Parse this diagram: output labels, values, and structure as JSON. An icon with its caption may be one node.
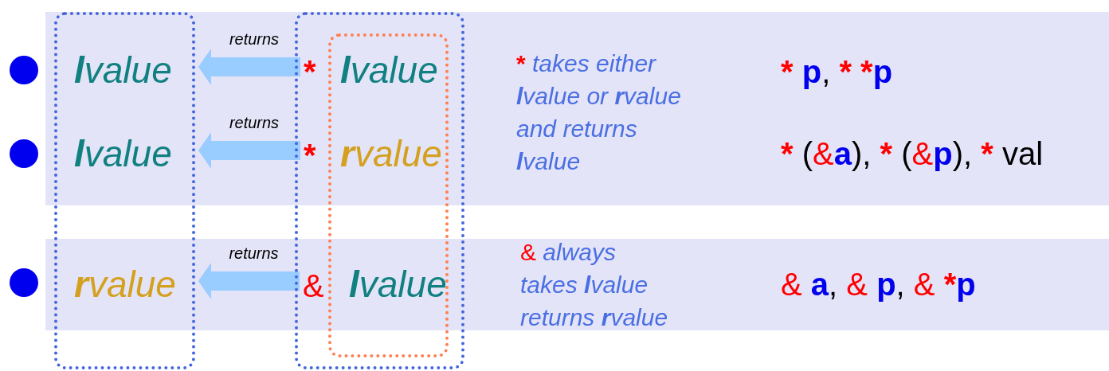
{
  "diagram": {
    "nodes": [
      {
        "text": [],
        "shape": "box"
      },
      {
        "text": [],
        "shape": "box"
      },
      {
        "text": [],
        "shape": "box",
        "in": 1
      },
      {
        "text": [
          "**l**value"
        ],
        "in": 0
      },
      {
        "text": [
          "**l**value"
        ],
        "in": 0
      },
      {
        "text": [
          "**r**value"
        ],
        "in": 0
      },
      {
        "text": [
          "*",
          "**l**value"
        ],
        "in": 1
      },
      {
        "text": [
          "*",
          "**r**value"
        ],
        "in": 1
      },
      {
        "text": [
          "&",
          "**l**value"
        ],
        "in": 1
      }
    ],
    "edges": [
      {
        "from": 6,
        "to": 3,
        "arrow": "to",
        "label": "returns"
      },
      {
        "from": 7,
        "to": 4,
        "arrow": "to",
        "label": "returns"
      },
      {
        "from": 8,
        "to": 5,
        "arrow": "to",
        "label": "returns"
      }
    ],
    "labels": [
      "*",
      "takes either **l**value or **r**value and returns **l**value",
      "* p, * *p",
      "* (&a), * (&p), * val",
      "&",
      "always takes **l**value returns **r**value",
      "& a, & p, & *p"
    ]
  }
}
